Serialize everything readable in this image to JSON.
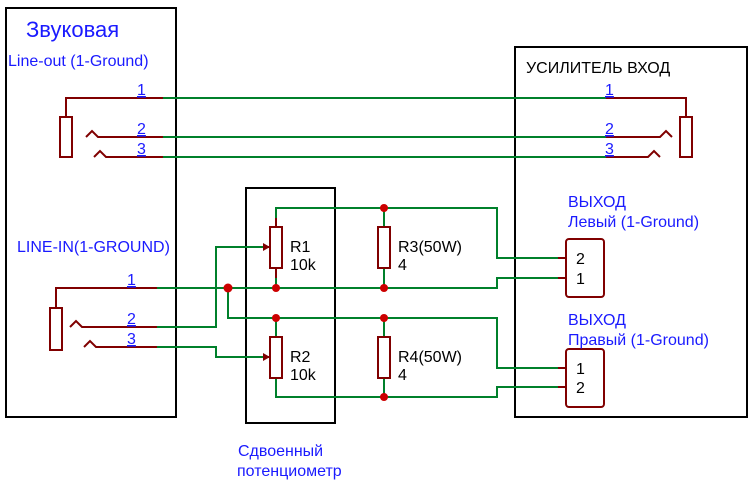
{
  "sound_card": {
    "title": "Звуковая",
    "line_out": "Line-out (1-Ground)",
    "line_in": "LINE-IN(1-GROUND)"
  },
  "amplifier": {
    "title": "УСИЛИТЕЛЬ ВХОД",
    "out_left_title": "ВЫХОД",
    "out_left_sub": "Левый (1-Ground)",
    "out_right_title": "ВЫХОД",
    "out_right_sub": "Правый (1-Ground)"
  },
  "potentiometer": {
    "caption_line1": "Сдвоенный",
    "caption_line2": "потенциометр"
  },
  "nets": {
    "n1": "1",
    "n2": "2",
    "n3": "3"
  },
  "resistors": {
    "r1_name": "R1",
    "r1_value": "10k",
    "r2_name": "R2",
    "r2_value": "10k",
    "r3_name": "R3(50W)",
    "r3_value": "4",
    "r4_name": "R4(50W)",
    "r4_value": "4"
  },
  "connector_pins": {
    "left_top": "2",
    "left_bottom": "1",
    "right_top": "1",
    "right_bottom": "2"
  },
  "colors": {
    "wire": "#00802b",
    "component": "#800000",
    "junction": "#cc0000",
    "label": "#1a1aff"
  }
}
